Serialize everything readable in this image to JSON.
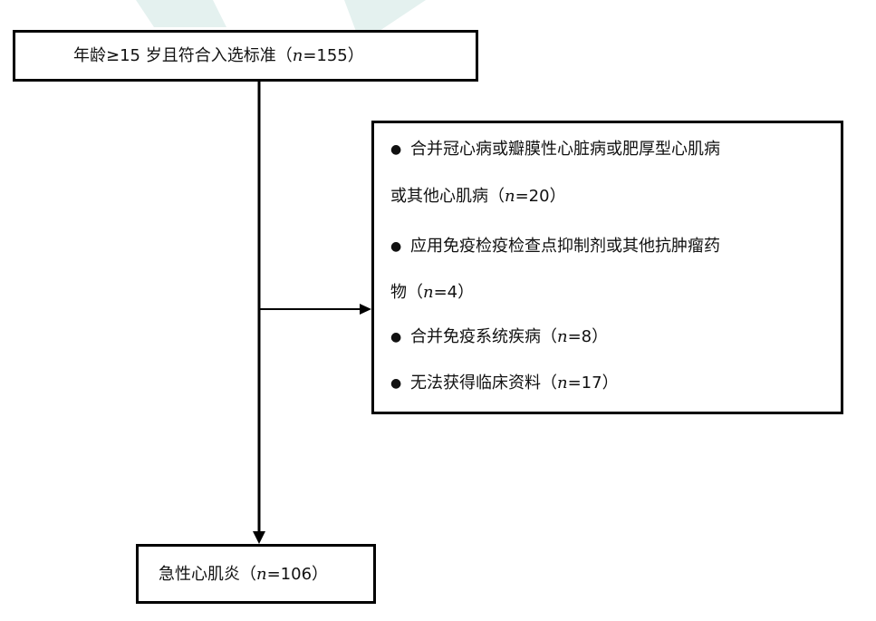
{
  "flowchart": {
    "top_box": {
      "prefix": "年龄≥15 岁且符合入选标准（",
      "n_label": "n",
      "value": "=155）"
    },
    "exclusion_items": [
      {
        "line1": "合并冠心病或瓣膜性心脏病或肥厚型心肌病",
        "line2_prefix": "或其他心肌病（",
        "n_label": "n",
        "line2_suffix": "=20）"
      },
      {
        "line1": "应用免疫检疫检查点抑制剂或其他抗肿瘤药",
        "line2_prefix": "物（",
        "n_label": "n",
        "line2_suffix": "=4）"
      },
      {
        "prefix": "合并免疫系统疾病（",
        "n_label": "n",
        "suffix": "=8）"
      },
      {
        "prefix": "无法获得临床资料（",
        "n_label": "n",
        "suffix": "=17）"
      }
    ],
    "bottom_box": {
      "prefix": "急性心肌炎（",
      "n_label": "n",
      "value": "=106）"
    },
    "bullet_glyph": "●",
    "colors": {
      "line": "#000000",
      "text": "#111111",
      "watermark": "#e4f1ef"
    }
  }
}
